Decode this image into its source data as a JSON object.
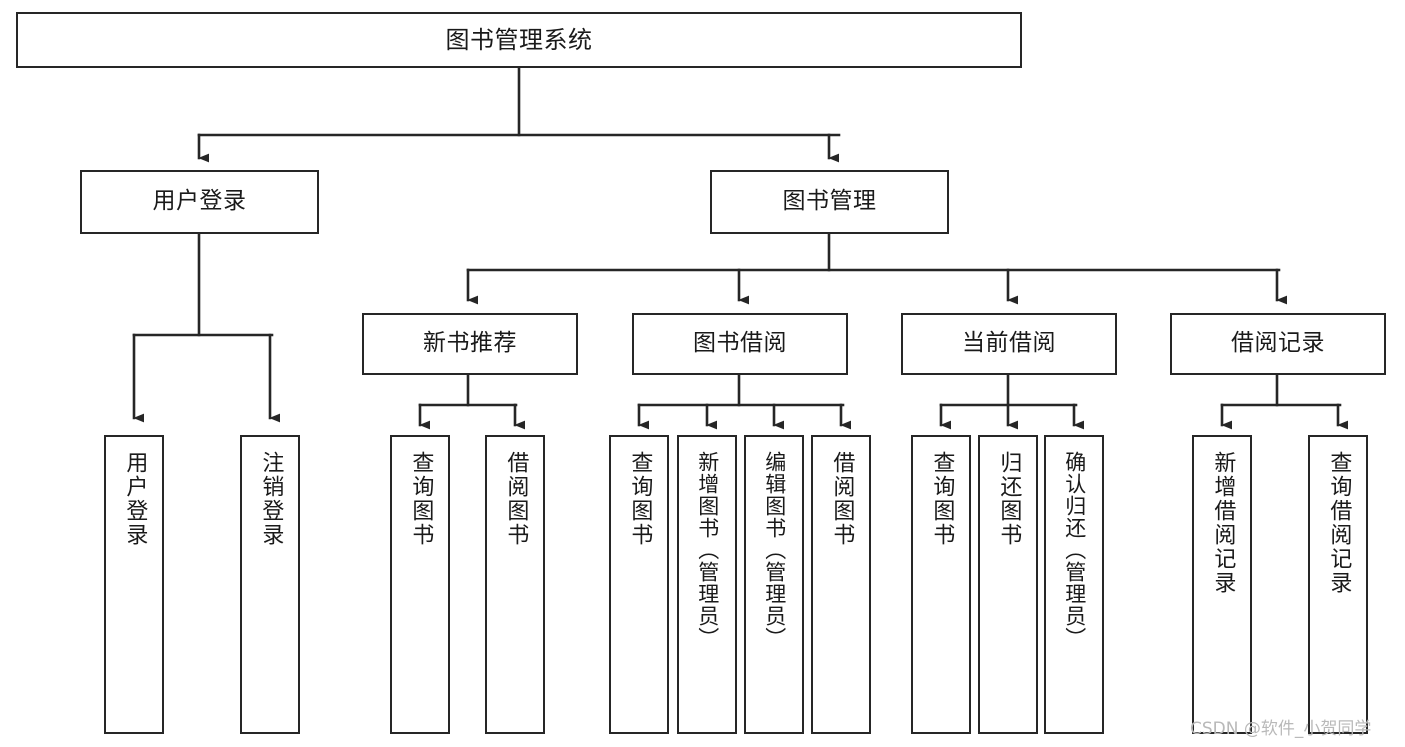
{
  "diagram": {
    "title": "图书管理系统",
    "type": "hierarchy-tree",
    "background_color": "#ffffff",
    "line_color": "#262626",
    "box_border_color": "#262626",
    "box_fill_color": "#ffffff",
    "nodes": {
      "root": {
        "label": "图书管理系统"
      },
      "level1": [
        {
          "id": "user-login",
          "label": "用户登录"
        },
        {
          "id": "book-manage",
          "label": "图书管理"
        }
      ],
      "level2": [
        {
          "id": "new-book-recommend",
          "label": "新书推荐"
        },
        {
          "id": "book-borrow",
          "label": "图书借阅"
        },
        {
          "id": "current-borrow",
          "label": "当前借阅"
        },
        {
          "id": "borrow-record",
          "label": "借阅记录"
        }
      ],
      "leaves": {
        "user-login": [
          {
            "id": "leaf-user-login",
            "label": "用户登录"
          },
          {
            "id": "leaf-user-logout",
            "label": "注销登录"
          }
        ],
        "new-book-recommend": [
          {
            "id": "leaf-query-book-1",
            "label": "查询图书"
          },
          {
            "id": "leaf-borrow-book-1",
            "label": "借阅图书"
          }
        ],
        "book-borrow": [
          {
            "id": "leaf-query-book-2",
            "label": "查询图书"
          },
          {
            "id": "leaf-add-book",
            "label": "新增图书（管理员）"
          },
          {
            "id": "leaf-edit-book",
            "label": "编辑图书（管理员）"
          },
          {
            "id": "leaf-borrow-book-2",
            "label": "借阅图书"
          }
        ],
        "current-borrow": [
          {
            "id": "leaf-query-book-3",
            "label": "查询图书"
          },
          {
            "id": "leaf-return-book",
            "label": "归还图书"
          },
          {
            "id": "leaf-confirm-return",
            "label": "确认归还（管理员）"
          }
        ],
        "borrow-record": [
          {
            "id": "leaf-add-record",
            "label": "新增借阅记录"
          },
          {
            "id": "leaf-query-record",
            "label": "查询借阅记录"
          }
        ]
      }
    }
  },
  "watermark": {
    "text": "CSDN @软件_小贺同学",
    "color": "#b9b9b9"
  }
}
